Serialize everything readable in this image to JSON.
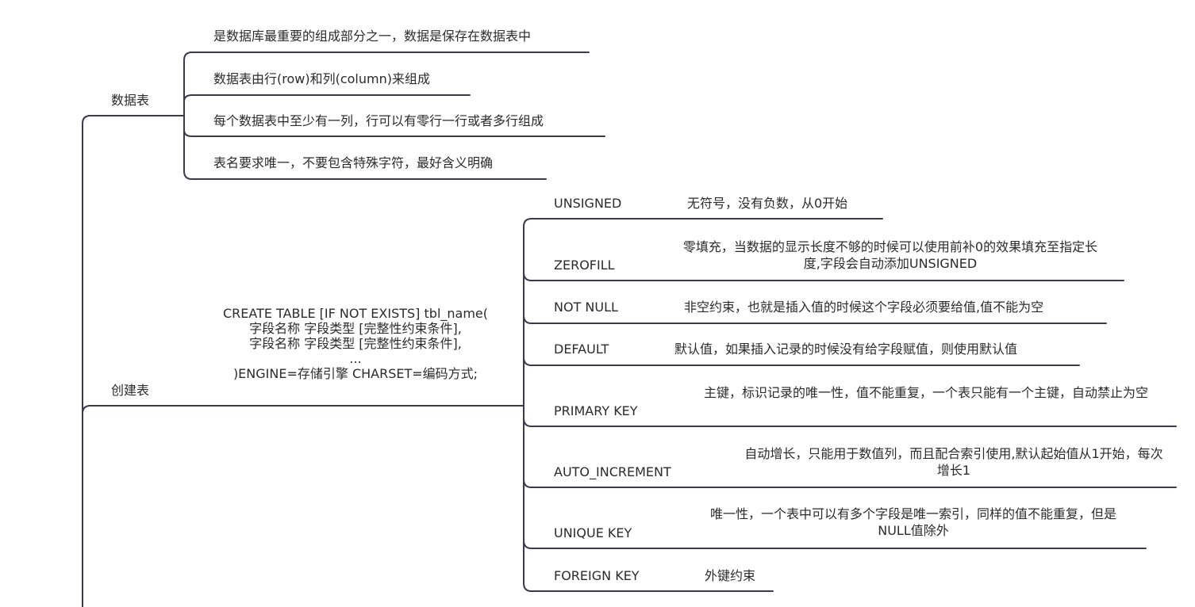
{
  "root": {
    "table_topic": {
      "label": "数据表",
      "points": [
        "是数据库最重要的组成部分之一，数据是保存在数据表中",
        "数据表由行(row)和列(column)来组成",
        "每个数据表中至少有一列，行可以有零行一行或者多行组成",
        "表名要求唯一，不要包含特殊字符，最好含义明确"
      ]
    },
    "create_topic": {
      "label": "创建表",
      "syntax_lines": [
        "CREATE TABLE [IF NOT EXISTS] tbl_name(",
        "字段名称 字段类型 [完整性约束条件],",
        "字段名称 字段类型 [完整性约束条件],",
        "...",
        ")ENGINE=存储引擎 CHARSET=编码方式;"
      ],
      "constraints": [
        {
          "name": "UNSIGNED",
          "desc": "无符号，没有负数，从0开始"
        },
        {
          "name": "ZEROFILL",
          "desc": "零填充，当数据的显示长度不够的时候可以使用前补0的效果填充至指定长度,字段会自动添加UNSIGNED"
        },
        {
          "name": "NOT NULL",
          "desc": "非空约束，也就是插入值的时候这个字段必须要给值,值不能为空"
        },
        {
          "name": "DEFAULT",
          "desc": "默认值，如果插入记录的时候没有给字段赋值，则使用默认值"
        },
        {
          "name": "PRIMARY KEY",
          "desc": "主键，标识记录的唯一性，值不能重复，一个表只能有一个主键，自动禁止为空"
        },
        {
          "name": "AUTO_INCREMENT",
          "desc": "自动增长，只能用于数值列，而且配合索引使用,默认起始值从1开始，每次增长1"
        },
        {
          "name": "UNIQUE KEY",
          "desc": "唯一性，一个表中可以有多个字段是唯一索引，同样的值不能重复，但是NULL值除外"
        },
        {
          "name": "FOREIGN KEY",
          "desc": "外键约束"
        }
      ]
    }
  },
  "colors": {
    "line": "#3a3a4a",
    "text": "#2b2b2b",
    "background": "#ffffff"
  }
}
